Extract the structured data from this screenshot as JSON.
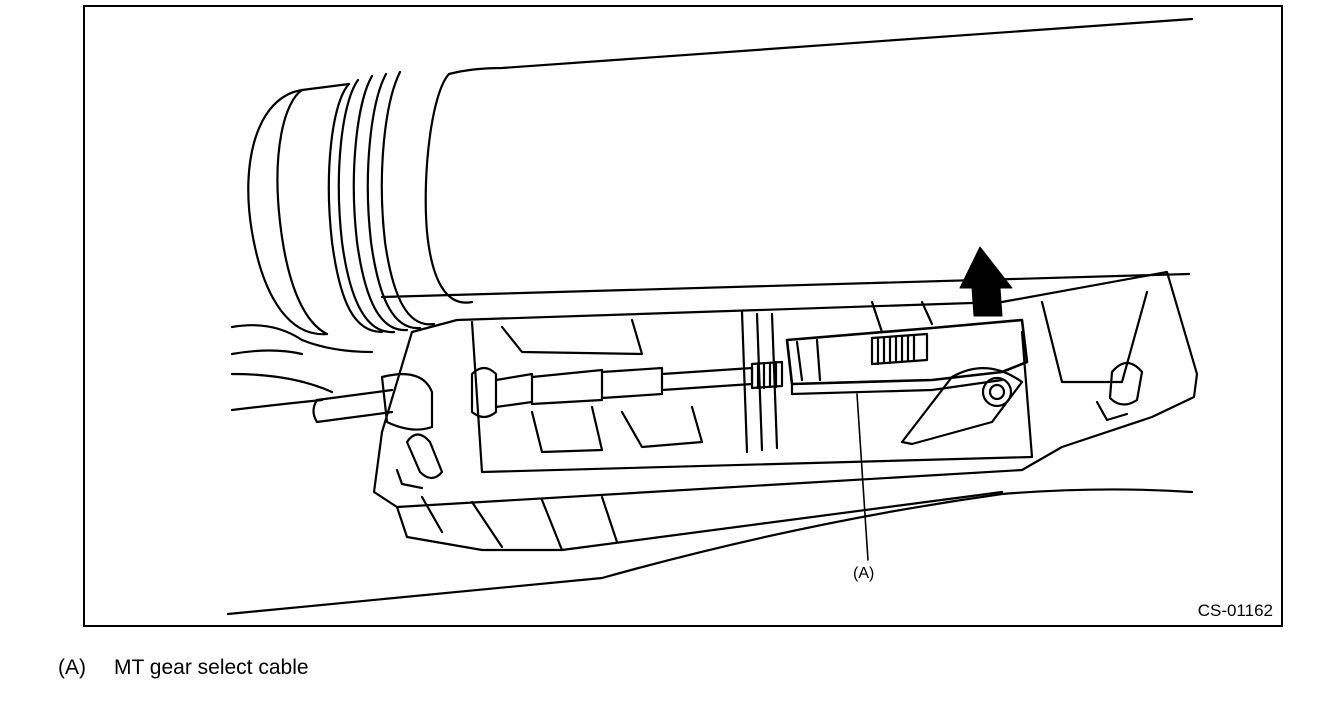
{
  "figure": {
    "callout_label": "(A)",
    "figure_id": "CS-01162",
    "arrow_icon": "direction-arrow-up"
  },
  "legend": {
    "items": [
      {
        "key": "(A)",
        "text": "MT gear select cable"
      }
    ]
  }
}
